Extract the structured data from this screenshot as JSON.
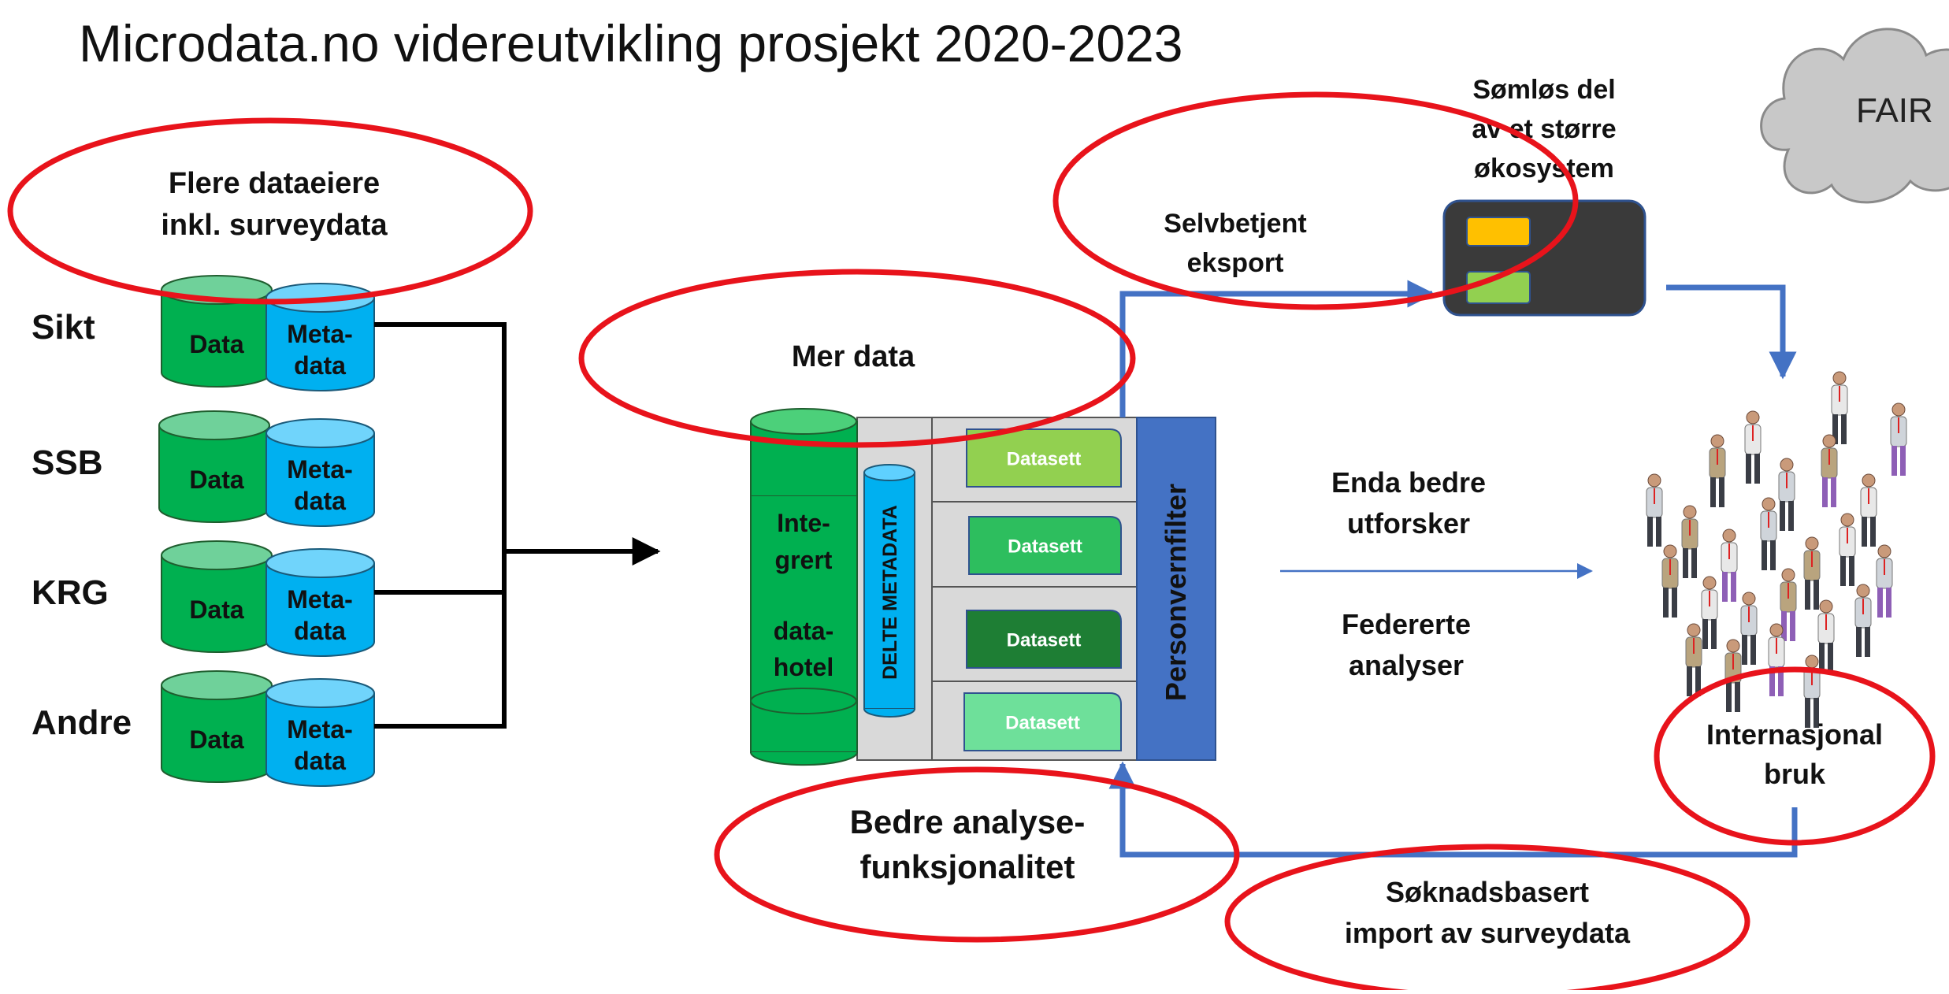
{
  "title": "Microdata.no videreutvikling prosjekt 2020-2023",
  "fair_label": "FAIR",
  "goals": {
    "owners": [
      "Flere dataeiere",
      "inkl. surveydata"
    ],
    "more_data": "Mer data",
    "selfservice_export": [
      "Selvbetjent",
      "eksport"
    ],
    "ecosystem": [
      "Sømløs del",
      "av et større",
      "økosystem"
    ],
    "better_explorer": [
      "Enda bedre",
      "utforsker"
    ],
    "federated": [
      "Federerte",
      "analyser"
    ],
    "international": [
      "Internasjonal",
      "bruk"
    ],
    "better_analysis": [
      "Bedre analyse-",
      "funksjonalitet"
    ],
    "application_import": [
      "Søknadsbasert",
      "import av surveydata"
    ]
  },
  "sources": [
    {
      "name": "Sikt",
      "data": "Data",
      "meta": [
        "Meta-",
        "data"
      ]
    },
    {
      "name": "SSB",
      "data": "Data",
      "meta": [
        "Meta-",
        "data"
      ]
    },
    {
      "name": "KRG",
      "data": "Data",
      "meta": [
        "Meta-",
        "data"
      ]
    },
    {
      "name": "Andre",
      "data": "Data",
      "meta": [
        "Meta-",
        "data"
      ]
    }
  ],
  "hotel": {
    "label": [
      "Inte-",
      "grert",
      "",
      "data-",
      "hotel"
    ],
    "metadata_label": "DELTE METADATA",
    "datasets": [
      "Datasett",
      "Datasett",
      "Datasett",
      "Datasett"
    ],
    "filter_label": "Personvernfilter"
  },
  "colors": {
    "goal_ellipse": "#e8131b",
    "arrow_blue": "#4472c4",
    "data_green": "#00b050",
    "meta_blue": "#00b0f0",
    "filter_blue": "#4472c4",
    "dataset_colors": [
      "#92d050",
      "#2dbe5e",
      "#1e7e34",
      "#6ee09a"
    ],
    "device_dark": "#3a3a3a",
    "device_yellow": "#ffc000",
    "device_green": "#92d050",
    "cloud_gray": "#c8c8c8"
  },
  "icons": {
    "crowd": "people-crowd-icon",
    "cloud": "cloud-icon",
    "device": "device-icon"
  }
}
